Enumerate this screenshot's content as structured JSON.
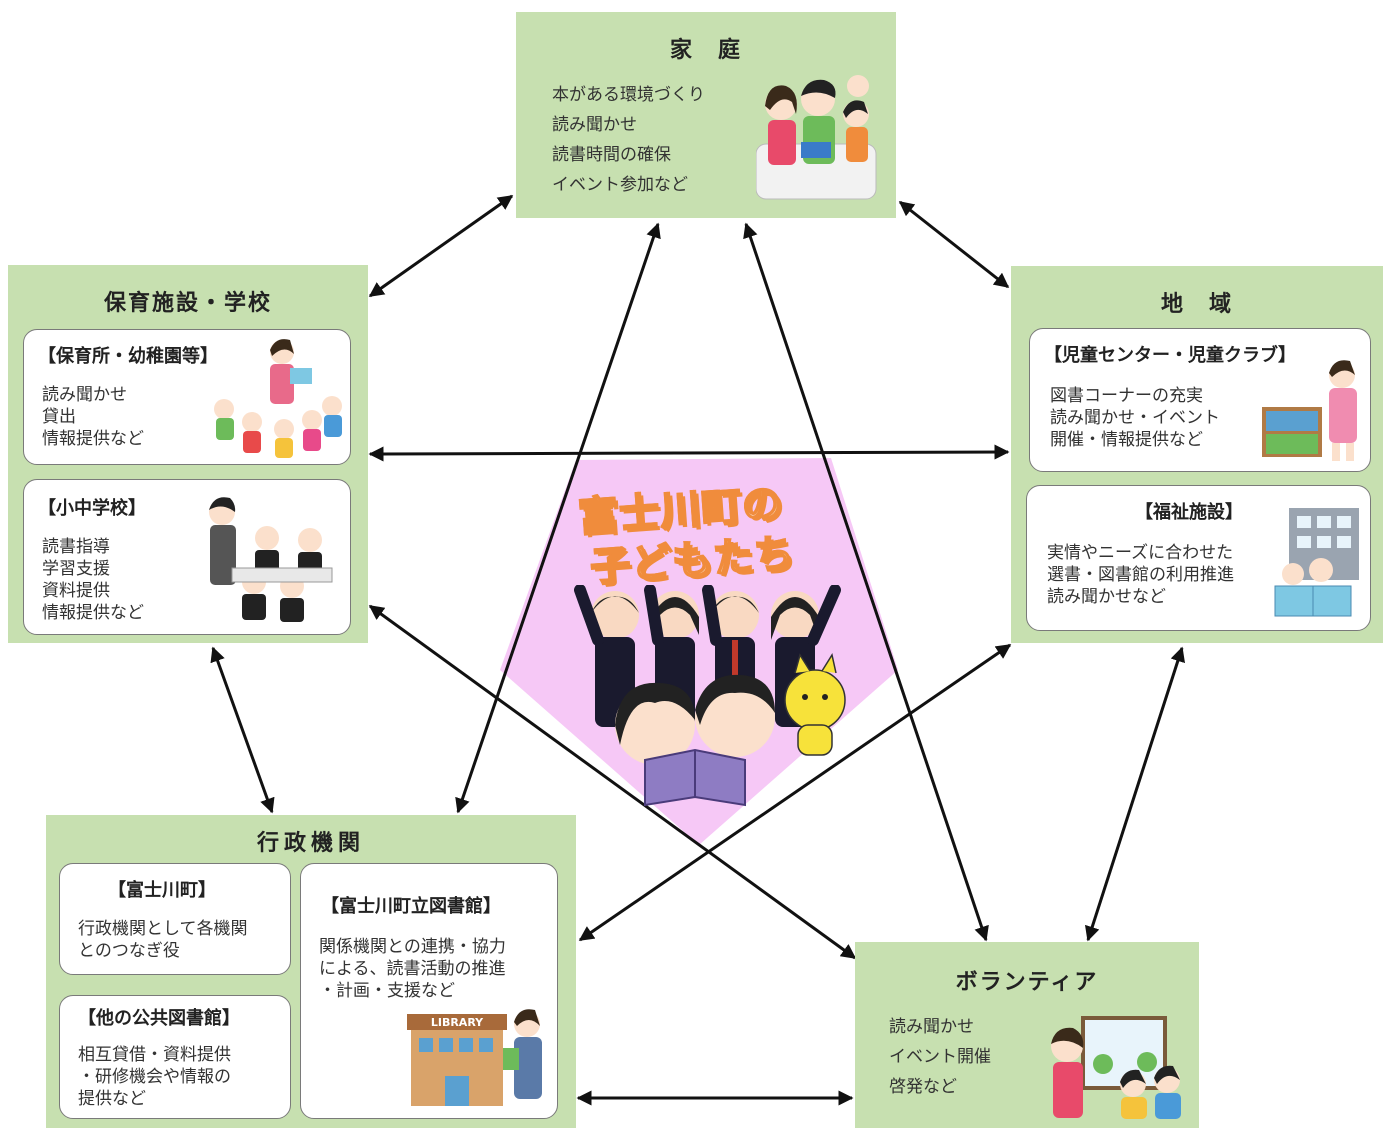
{
  "center": {
    "title_line1": "富士川町の",
    "title_line2": "子どもたち"
  },
  "home": {
    "title": "家　庭",
    "lines": [
      "本がある環境づくり",
      "読み聞かせ",
      "読書時間の確保",
      "イベント参加など"
    ]
  },
  "nursery_school": {
    "title": "保育施設・学校",
    "nursery": {
      "title": "【保育所・幼稚園等】",
      "lines": [
        "読み聞かせ",
        "貸出",
        "情報提供など"
      ]
    },
    "school": {
      "title": "【小中学校】",
      "lines": [
        "読書指導",
        "学習支援",
        "資料提供",
        "情報提供など"
      ]
    }
  },
  "region": {
    "title": "地　域",
    "center": {
      "title": "【児童センター・児童クラブ】",
      "lines": [
        "図書コーナーの充実",
        "読み聞かせ・イベント",
        "開催・情報提供など"
      ]
    },
    "welfare": {
      "title": "【福祉施設】",
      "lines": [
        "実情やニーズに合わせた",
        "選書・図書館の利用推進",
        "読み聞かせなど"
      ]
    }
  },
  "admin": {
    "title": "行政機関",
    "town": {
      "title": "【富士川町】",
      "lines": [
        "行政機関として各機関",
        "とのつなぎ役"
      ]
    },
    "other_library": {
      "title": "【他の公共図書館】",
      "lines": [
        "相互貸借・資料提供",
        "・研修機会や情報の",
        "提供など"
      ]
    },
    "town_library": {
      "title": "【富士川町立図書館】",
      "lines": [
        "関係機関との連携・協力",
        "による、読書活動の推進",
        "・計画・支援など"
      ],
      "sign": "LIBRARY"
    }
  },
  "volunteer": {
    "title": "ボランティア",
    "lines": [
      "読み聞かせ",
      "イベント開催",
      "啓発など"
    ]
  },
  "colors": {
    "box_bg": "#c7e0b0",
    "center_bg": "#f6c8f6",
    "title_orange": "#f08c3c",
    "arrow": "#111111"
  }
}
